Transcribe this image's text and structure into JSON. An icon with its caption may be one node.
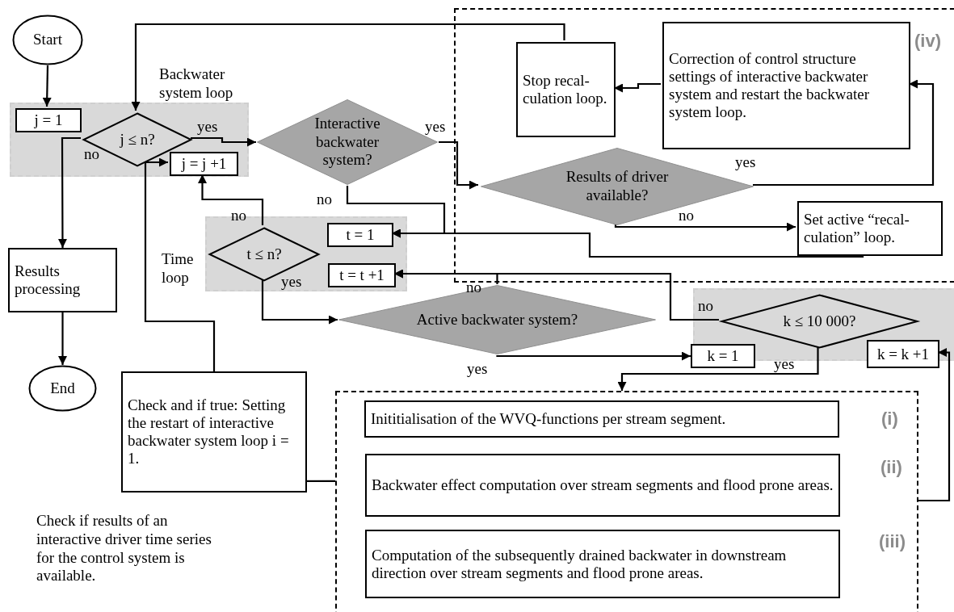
{
  "diagram": {
    "nodes": [
      {
        "text": [
          "Start"
        ]
      },
      {
        "text": [
          "Backwater system loop"
        ]
      },
      {
        "text": [
          "j = 1"
        ],
        "in": 1
      },
      {
        "text": [
          "j ≤ n?"
        ],
        "in": 1
      },
      {
        "text": [
          "j = j +1"
        ],
        "in": 1
      },
      {
        "text": [
          "Interactive backwater system?"
        ]
      },
      {
        "text": [
          "(iv)"
        ]
      },
      {
        "text": [
          "Stop recal- culation loop."
        ],
        "in": 6
      },
      {
        "text": [
          "Correction of control structure settings of interactive backwater system and restart the backwater system loop."
        ],
        "in": 6
      },
      {
        "text": [
          "Results of driver available?"
        ],
        "in": 6
      },
      {
        "text": [
          "Set active “recal- culation” loop."
        ],
        "in": 6
      },
      {
        "text": [
          "Results processing"
        ]
      },
      {
        "text": [
          "Time loop"
        ]
      },
      {
        "text": [
          "t ≤ n?"
        ],
        "in": 12
      },
      {
        "text": [
          "t = 1"
        ],
        "in": 12
      },
      {
        "text": [
          "t = t +1"
        ],
        "in": 12
      },
      {
        "text": [
          "Active backwater system?"
        ]
      },
      {
        "text": [],
        "shape": "box"
      },
      {
        "text": [
          "k ≤ 10 000?"
        ],
        "in": 17
      },
      {
        "text": [
          "k = 1"
        ]
      },
      {
        "text": [
          "k = k +1"
        ],
        "in": 17
      },
      {
        "text": [
          "End"
        ]
      },
      {
        "text": [
          "Check and if true: Setting the restart of interactive backwater system loop i = 1."
        ]
      },
      {
        "text": [],
        "shape": "box"
      },
      {
        "text": [
          "Inititialisation of the WVQ-functions per stream segment."
        ],
        "in": 23,
        "beside": [
          "(i)"
        ]
      },
      {
        "text": [
          "Backwater effect computation over stream segments and flood prone areas."
        ],
        "in": 23,
        "beside": [
          "(ii)"
        ]
      },
      {
        "text": [
          "Computation of the subsequently drained backwater in downstream direction over stream segments and flood prone areas."
        ],
        "in": 23,
        "beside": [
          "(iii)"
        ]
      }
    ],
    "edges": [
      {
        "from": 0,
        "to": 2,
        "arrow": "to"
      },
      {
        "from": 3,
        "to": 5,
        "arrow": "to",
        "label": "yes"
      },
      {
        "from": 3,
        "to": 11,
        "arrow": "to",
        "label": "no"
      },
      {
        "from": 5,
        "to": 9,
        "arrow": "to",
        "label": "yes"
      },
      {
        "from": 5,
        "to": 14,
        "arrow": "to",
        "label": "no"
      },
      {
        "from": 9,
        "to": 8,
        "arrow": "to",
        "label": "yes"
      },
      {
        "from": 9,
        "to": 10,
        "arrow": "to",
        "label": "no"
      },
      {
        "from": 8,
        "to": 7,
        "arrow": "to"
      },
      {
        "from": 7,
        "to": 3,
        "arrow": "to"
      },
      {
        "from": 10,
        "to": 14,
        "arrow": "to"
      },
      {
        "from": 13,
        "to": 4,
        "arrow": "to",
        "label": "no"
      },
      {
        "from": 13,
        "to": 16,
        "arrow": "to",
        "label": "yes"
      },
      {
        "from": 16,
        "to": 15,
        "arrow": "to",
        "label": "no"
      },
      {
        "from": 16,
        "to": 19,
        "arrow": "to",
        "label": "yes"
      },
      {
        "from": 18,
        "to": 15,
        "arrow": "to",
        "label": "no"
      },
      {
        "from": 18,
        "to": 23,
        "arrow": "to",
        "label": "yes"
      },
      {
        "from": 23,
        "to": 20,
        "arrow": "to"
      },
      {
        "from": 23,
        "to": 22,
        "arrow": "to",
        "label": "Check if results of an interactive driver time series for the control system is available."
      },
      {
        "from": 22,
        "to": 4,
        "arrow": "to"
      },
      {
        "from": 11,
        "to": 21,
        "arrow": "to"
      }
    ]
  }
}
